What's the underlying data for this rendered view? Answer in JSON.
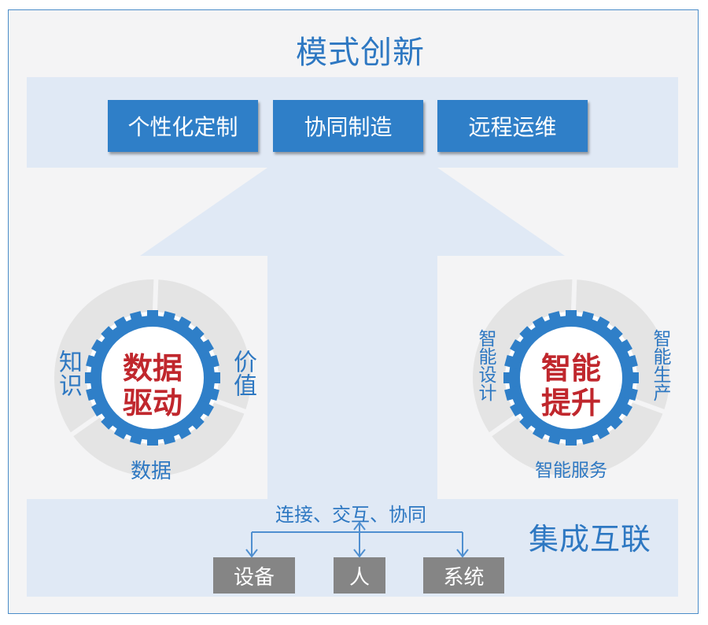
{
  "top": {
    "title": "模式创新",
    "boxes": [
      "个性化定制",
      "协同制造",
      "远程运维"
    ]
  },
  "left_wheel": {
    "center": [
      "数据",
      "驱动"
    ],
    "labels": {
      "left": "知识",
      "right": "价值",
      "bottom": "数据"
    }
  },
  "right_wheel": {
    "center": [
      "智能",
      "提升"
    ],
    "labels": {
      "left": "智能设计",
      "right": "智能生产",
      "bottom": "智能服务"
    }
  },
  "bottom": {
    "connect_text": "连接、交互、协同",
    "title": "集成互联",
    "boxes": [
      "设备",
      "人",
      "系统"
    ]
  },
  "colors": {
    "accent_blue": "#2f7fc8",
    "title_blue": "#2e78c2",
    "center_red": "#c0272d",
    "band": "#e0e9f5",
    "gray_box": "#858585"
  }
}
